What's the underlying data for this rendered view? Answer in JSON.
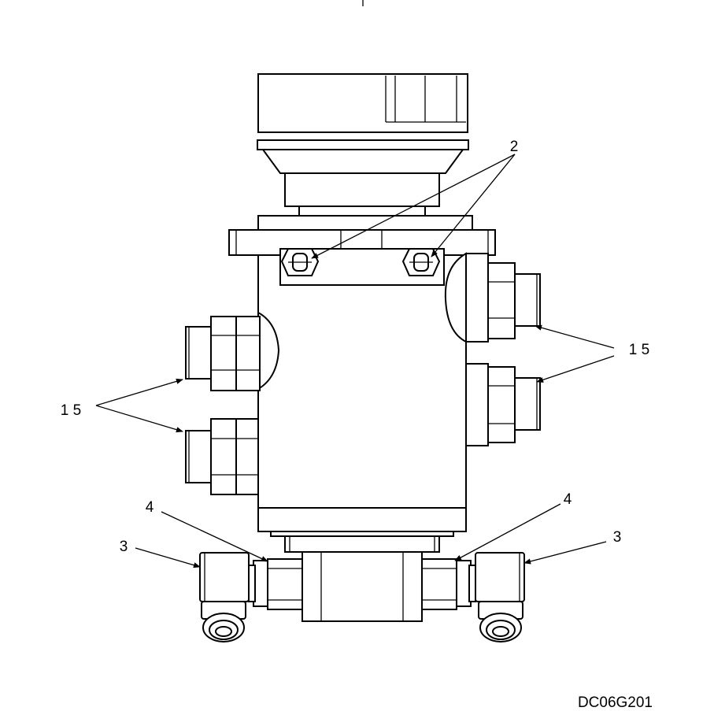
{
  "diagram": {
    "callouts": {
      "c2": "2",
      "c15_left": "1 5",
      "c15_right": "1 5",
      "c4_left": "4",
      "c4_right": "4",
      "c3_left": "3",
      "c3_right": "3"
    },
    "drawing_code": "DC06G201"
  }
}
